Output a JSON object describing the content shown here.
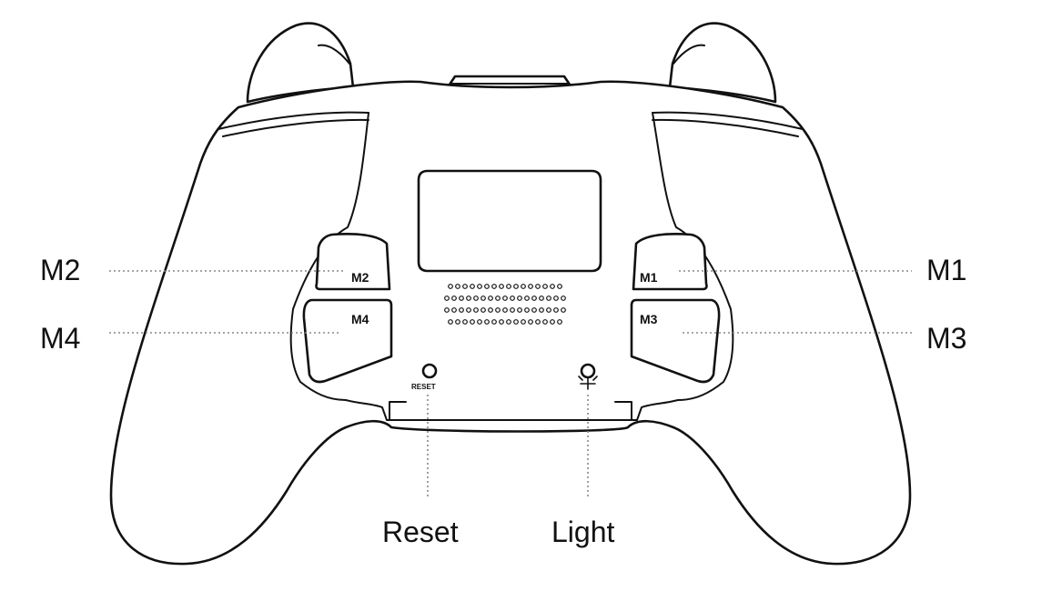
{
  "callouts": {
    "m1": "M1",
    "m2": "M2",
    "m3": "M3",
    "m4": "M4",
    "reset": "Reset",
    "light": "Light"
  },
  "buttons": {
    "m1": "M1",
    "m2": "M2",
    "m3": "M3",
    "m4": "M4",
    "reset": "RESET"
  },
  "icons": {
    "reset": "circle-button-icon",
    "light": "light-bulb-icon"
  }
}
